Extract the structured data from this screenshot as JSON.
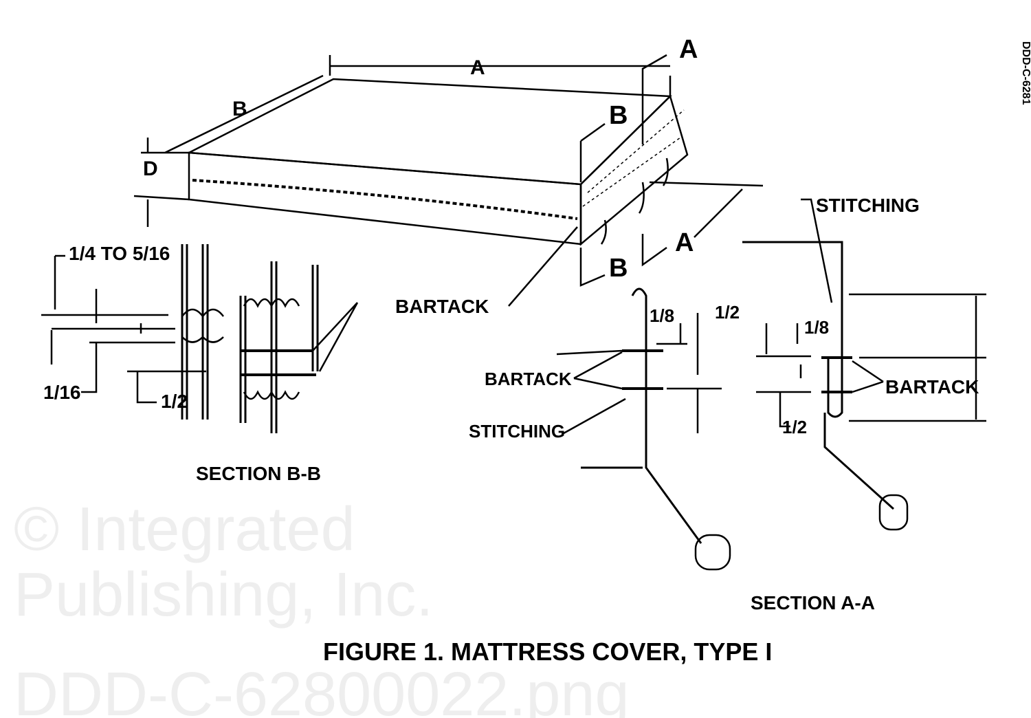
{
  "watermark": {
    "line1": "© Integrated",
    "line2": "Publishing, Inc.",
    "line3": "DDD-C-62800022.png"
  },
  "margin_code": "DDD-C-6281",
  "labels": {
    "dim_a": "A",
    "dim_b": "B",
    "dim_d": "D",
    "section_a_top": "A",
    "section_a_bottom": "A",
    "section_b_top": "B",
    "section_b_bottom": "B",
    "stitching_right": "STITCHING",
    "quarter_to_5_16": "1/4 TO 5/16",
    "bartack_main": "BARTACK",
    "one_sixteenth": "1/16",
    "half_bb": "1/2",
    "eighth_mid": "1/8",
    "half_mid": "1/2",
    "bartack_mid": "BARTACK",
    "stitching_mid": "STITCHING",
    "eighth_right": "1/8",
    "bartack_right": "BARTACK",
    "half_right": "1/2",
    "section_bb": "SECTION B-B",
    "section_aa": "SECTION A-A"
  },
  "caption": "FIGURE 1.  MATTRESS COVER, TYPE I"
}
